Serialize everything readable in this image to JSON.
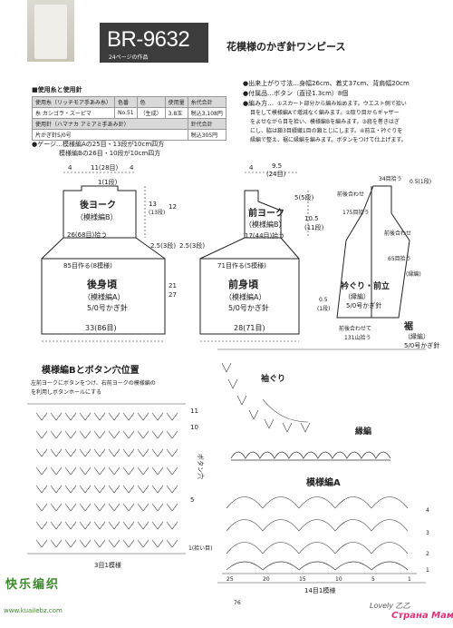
{
  "header": {
    "code": "BR-9632",
    "subtitle": "24ページの作品",
    "title": "花模様のかぎ針ワンピース"
  },
  "materials": {
    "heading": "使用糸と使用針",
    "col_headers": [
      "使用糸（リッチモア手あみ糸）",
      "色番",
      "色",
      "使用量",
      "糸代合計"
    ],
    "yarn": [
      "糸 カシゴラ・スーピマ",
      "No.51",
      "（生成）",
      "3.8玉",
      "税込3,108円"
    ],
    "needle_label": "使用針（ハマナカ アミアミ手あみ針）",
    "needle_sum_label": "針代合計",
    "needle": "片かぎ針5/0号",
    "needle_price": "税込305円"
  },
  "gauge": [
    "●ゲージ…模様編Aの25目・13段が10cm四方",
    "模様編Bの26目・10段が10cm四方"
  ],
  "specs": {
    "size": "●出来上がり寸法…身幅26cm、着丈37cm、背肩幅20cm",
    "parts": "●付属品…ボタン（直径1.3cm）8個",
    "method_title": "●編み方…",
    "method": [
      "①スカート部分から編み始めます。ウエスト側で拾い",
      "目をして模様編Aで増減なく編みます。②取り目からギャザー",
      "をよせながら目を拾い、模様編Bを編みます。③肩を巻きはぎ",
      "にし、脇は鎖3目綴織1目の鎖とじにします。④前立・衿ぐりを",
      "縁編で整え、裾に縁編を編みます。ボタンをつけて仕上げます。"
    ]
  },
  "back": {
    "dims": [
      "4",
      "11(28目)",
      "4",
      "1(1段)",
      "13",
      "(13段)",
      "12",
      "26(68目)拾う",
      "2.5(3段)",
      "85目作る(8模様)"
    ],
    "yoke_title": "後ヨーク",
    "yoke_pat": "（模様編B）",
    "body_title": "後身頃",
    "body_pat": "（模様編A）",
    "body_needle": "5/0号かぎ針",
    "bottom": "33(86目)",
    "side": [
      "21",
      "27"
    ]
  },
  "front": {
    "dims": [
      "4",
      "9.5",
      "(24目)",
      "5(5段)",
      "10.5",
      "(11段)",
      "17(44目)拾う",
      "2.5(3段)",
      "71目作る(5模様)"
    ],
    "yoke_title": "前ヨーク",
    "yoke_pat": "（模様編B）",
    "body_title": "前身頃",
    "body_pat": "（模様編A）",
    "body_needle": "5/0号かぎ針",
    "bottom": "28(71目)"
  },
  "side_view": {
    "labels": [
      "0.5(1段)",
      "34目拾う",
      "前後合わせ",
      "175目拾う",
      "前後合わせ",
      "65目拾う",
      "0.5",
      "(1段)",
      "(縁編)",
      "前後合わせて",
      "131山拾う"
    ],
    "title": "衿ぐり・前立",
    "pat": "（縁編）",
    "needle": "5/0号かぎ針",
    "hem_title": "裾",
    "hem_pat": "（縁編）",
    "hem_needle": "5/0号かぎ針"
  },
  "chart_b": {
    "title": "模様編Bとボタン穴位置",
    "note": [
      "左前ヨークにボタンをつけ、右前ヨークの模様編の",
      "を利用しボタンホールにする"
    ],
    "rows": [
      "11",
      "10",
      "5",
      "1(拾い目)"
    ],
    "button_hole": "ボタン穴",
    "repeat": "3目1模様"
  },
  "armhole": {
    "title": "袖ぐり"
  },
  "edging": {
    "title": "縁編"
  },
  "chart_a": {
    "title": "模様編A",
    "repeat": "14目1模様",
    "rows": [
      "4",
      "3",
      "2",
      "1"
    ],
    "stitch_nums": [
      "25",
      "20",
      "15",
      "10",
      "5",
      "1"
    ]
  },
  "footer": {
    "page": "76",
    "brand": "Lovely 乙乙",
    "watermark_left": "快乐编织",
    "watermark_url": "www.kuailebz.com",
    "watermark_right": "Страна Мам"
  },
  "colors": {
    "ink": "#222222",
    "header_bg": "#3c3c3c",
    "pink": "#d9357a",
    "green": "#3d8a2e"
  }
}
